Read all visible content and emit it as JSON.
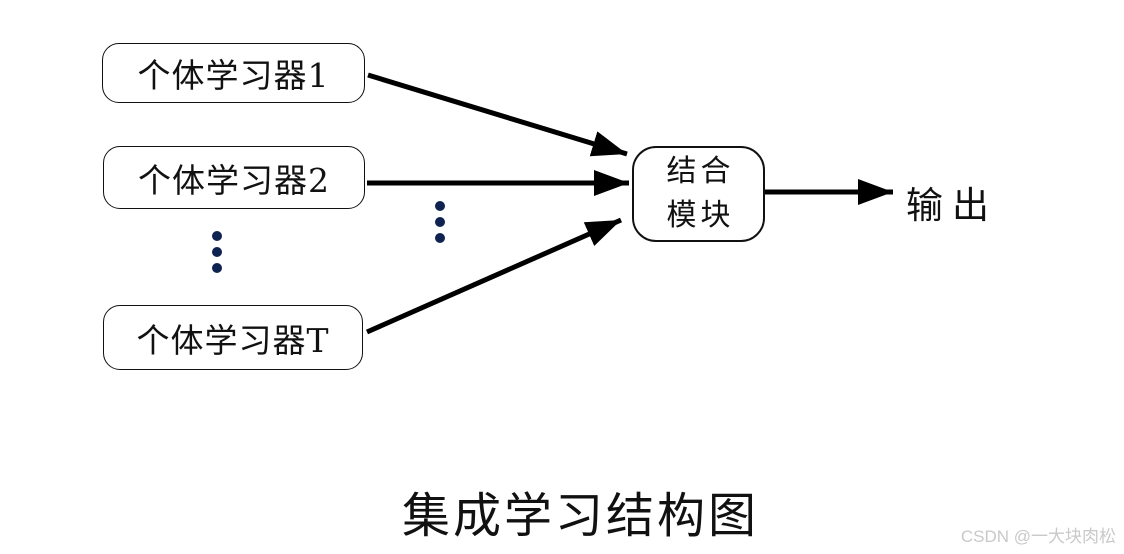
{
  "diagram": {
    "learners": [
      {
        "label": "个体学习器1"
      },
      {
        "label": "个体学习器2"
      },
      {
        "label": "个体学习器T"
      }
    ],
    "combiner": {
      "line1": "结合",
      "line2": "模块"
    },
    "output_label": "输出",
    "title": "集成学习结构图",
    "watermark": "CSDN @一大块肉松",
    "colors": {
      "stroke": "#000000",
      "dots": "#0e2350",
      "watermark": "#c9c9c9"
    }
  }
}
